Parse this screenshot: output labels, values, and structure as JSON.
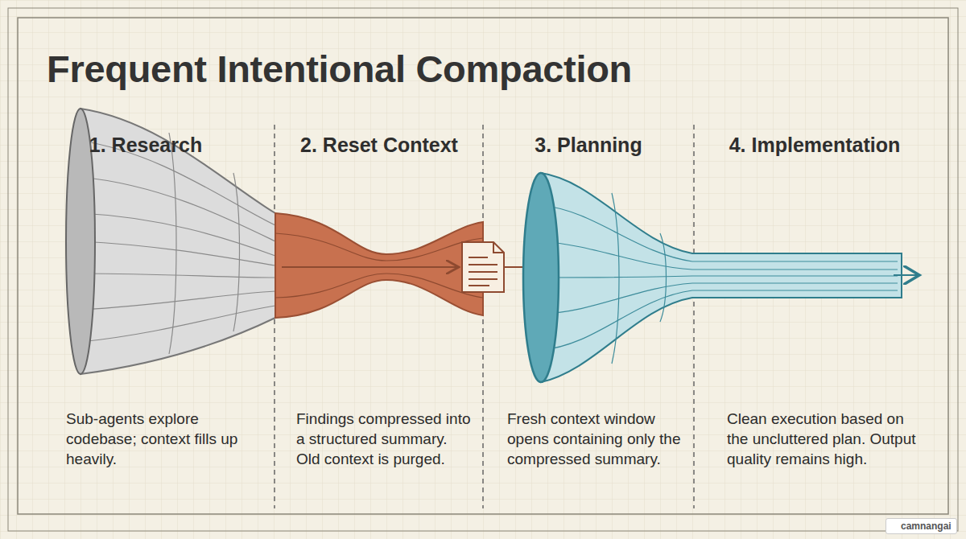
{
  "diagram": {
    "title": "Frequent Intentional Compaction",
    "labels": [
      "1. Research",
      "2. Reset Context",
      "3. Planning",
      "4. Implementation",
      "Sub-agents explore codebase; context fills up heavily.",
      "Findings compressed into a structured summary. Old context is purged.",
      "Fresh context window opens containing only the compressed summary.",
      "Clean execution based on the uncluttered plan. Output quality remains high.",
      "camnangai"
    ]
  }
}
